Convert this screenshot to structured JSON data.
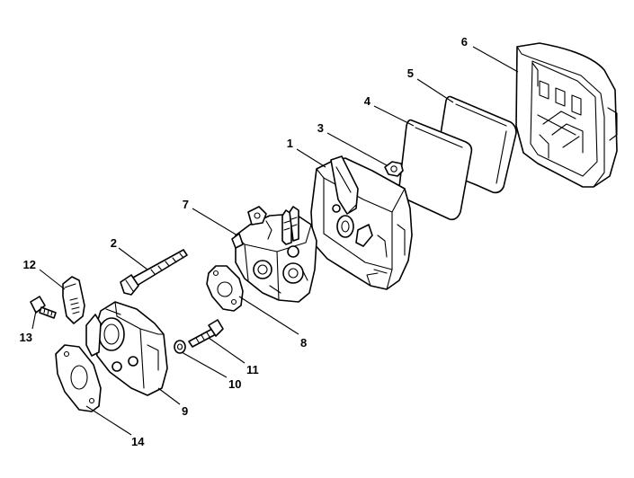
{
  "diagram": {
    "parts": [
      {
        "id": "part-1",
        "number": "1"
      },
      {
        "id": "part-2",
        "number": "2"
      },
      {
        "id": "part-3",
        "number": "3"
      },
      {
        "id": "part-4",
        "number": "4"
      },
      {
        "id": "part-5",
        "number": "5"
      },
      {
        "id": "part-6",
        "number": "6"
      },
      {
        "id": "part-7",
        "number": "7"
      },
      {
        "id": "part-8",
        "number": "8"
      },
      {
        "id": "part-9",
        "number": "9"
      },
      {
        "id": "part-10",
        "number": "10"
      },
      {
        "id": "part-11",
        "number": "11"
      },
      {
        "id": "part-12",
        "number": "12"
      },
      {
        "id": "part-13",
        "number": "13"
      },
      {
        "id": "part-14",
        "number": "14"
      }
    ],
    "colors": {
      "line": "#000000",
      "background": "#ffffff"
    }
  }
}
